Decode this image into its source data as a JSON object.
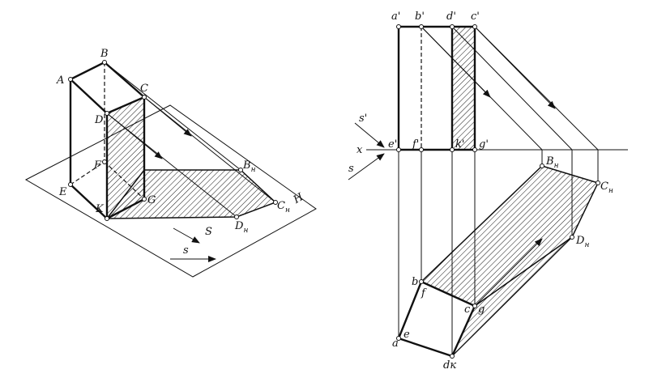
{
  "left": {
    "labels": {
      "A": "A",
      "B": "B",
      "C": "C",
      "D": "D",
      "E": "E",
      "F": "F",
      "G": "G",
      "K": "K",
      "BH": "B",
      "CH": "C",
      "DH": "D",
      "Hsub": "н",
      "plane": "H",
      "S": "S",
      "s": "s"
    }
  },
  "right": {
    "labels": {
      "a1": "a'",
      "b1": "b'",
      "d1": "d'",
      "c1": "c'",
      "e1": "e'",
      "f1": "f'",
      "k1": "k'",
      "g1": "g'",
      "x": "x",
      "s1": "s'",
      "s": "s",
      "BH": "B",
      "CH": "C",
      "DH": "D",
      "Hsub": "н",
      "b": "b",
      "f": "f",
      "c": "c",
      "g": "g",
      "a": "a",
      "e": "e",
      "dk": "dк"
    }
  },
  "colors": {
    "ink": "#111111",
    "paper": "#ffffff"
  }
}
